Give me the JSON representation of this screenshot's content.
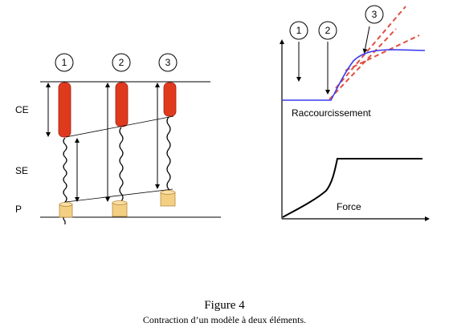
{
  "left_diagram": {
    "markers": [
      "1",
      "2",
      "3"
    ],
    "labels": {
      "ce": "CE",
      "se": "SE",
      "p": "P"
    }
  },
  "right_diagram": {
    "markers": [
      "1",
      "2",
      "3"
    ],
    "upper_label": "Raccourcissement",
    "lower_label": "Force",
    "colors": {
      "shortening_curve": "#3a3af0",
      "tangent_dashed": "#e05040"
    }
  },
  "caption": {
    "title": "Figure 4",
    "subtitle": "Contraction d’un modèle à deux éléments."
  },
  "colors": {
    "ce_fill": "#e03a1e",
    "p_fill": "#f3cf84",
    "p_stroke": "#b88a3a"
  }
}
